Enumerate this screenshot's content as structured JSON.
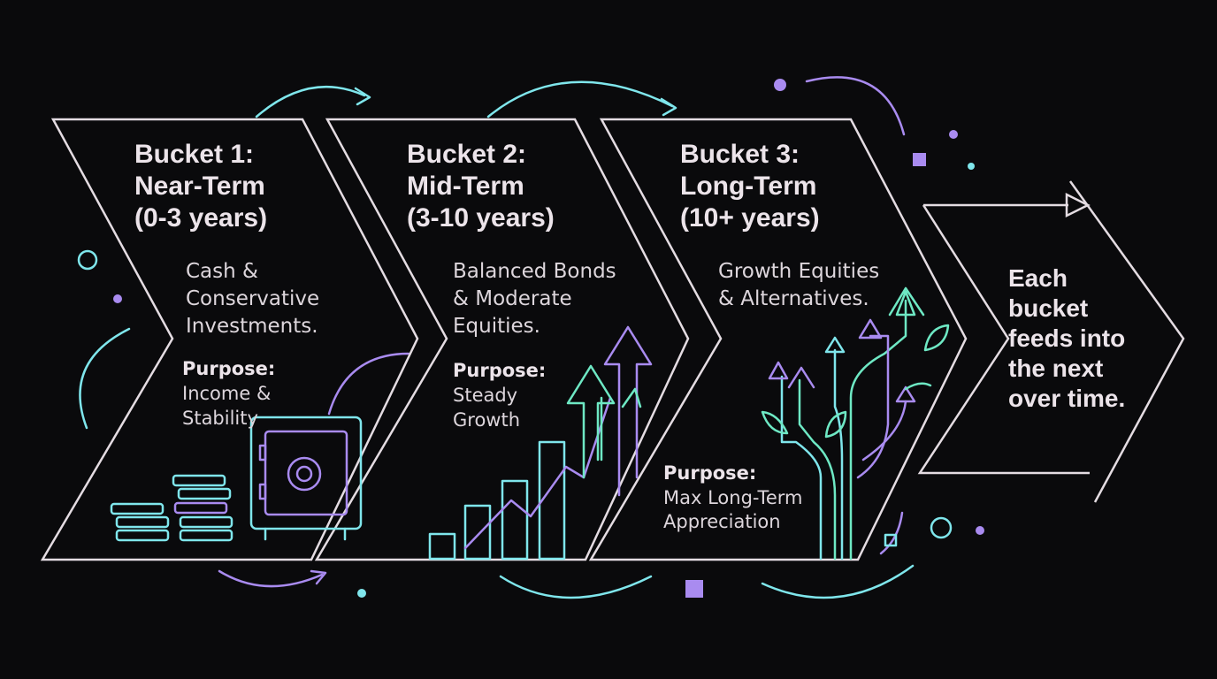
{
  "colors": {
    "background": "#0a0a0c",
    "outline": "#e4dce2",
    "accent_cyan": "#7fe6ec",
    "accent_purple": "#a98bf0",
    "accent_green": "#6ee8c4"
  },
  "buckets": [
    {
      "title_lines": [
        "Bucket 1:",
        "Near-Term",
        "(0-3 years)"
      ],
      "description_lines": [
        "Cash &",
        "Conservative",
        "Investments."
      ],
      "purpose_label": "Purpose:",
      "purpose_lines": [
        "Income &",
        "Stability"
      ],
      "illustration": "safe-and-coin-stacks-icon"
    },
    {
      "title_lines": [
        "Bucket 2:",
        "Mid-Term",
        "(3-10 years)"
      ],
      "description_lines": [
        "Balanced Bonds",
        "& Moderate",
        "Equities."
      ],
      "purpose_label": "Purpose:",
      "purpose_lines": [
        "Steady",
        "Growth"
      ],
      "illustration": "rising-bar-chart-arrows-icon"
    },
    {
      "title_lines": [
        "Bucket 3:",
        "Long-Term",
        "(10+ years)"
      ],
      "description_lines": [
        "Growth Equities",
        "& Alternatives."
      ],
      "purpose_label": "Purpose:",
      "purpose_lines": [
        "Max Long-Term",
        "Appreciation"
      ],
      "illustration": "growth-tree-arrows-icon"
    }
  ],
  "final": {
    "lines": [
      "Each",
      "bucket",
      "feeds into",
      "the next",
      "over time."
    ],
    "icon": "arrow-right-icon"
  }
}
